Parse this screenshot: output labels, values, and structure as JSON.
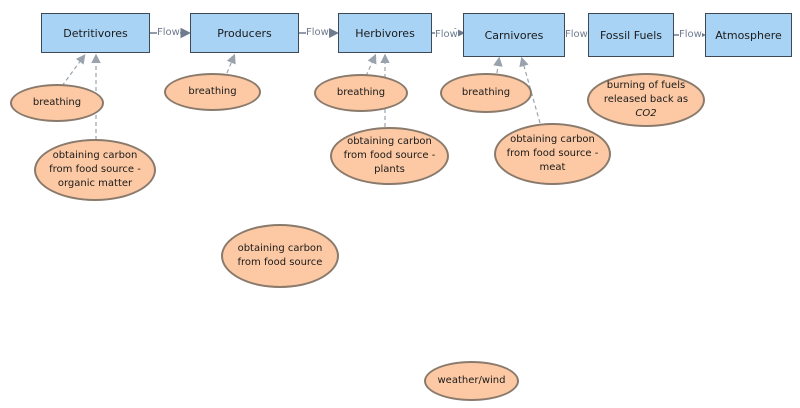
{
  "stocks": {
    "detritivores": "Detritivores",
    "producers": "Producers",
    "herbivores": "Herbivores",
    "carnivores": "Carnivores",
    "fossil_fuels": "Fossil Fuels",
    "atmosphere": "Atmosphere"
  },
  "flows": [
    "Flow",
    "Flow",
    "Flow",
    "Flow",
    "Flow"
  ],
  "variables": {
    "breathing_detritivores": "breathing",
    "breathing_producers": "breathing",
    "breathing_herbivores": "breathing",
    "breathing_carnivores": "breathing",
    "burning_fuels_prefix": "burning of fuels released back as ",
    "burning_fuels_co2": "CO2",
    "carbon_organic": "obtaining carbon from food source - organic matter",
    "carbon_plants": "obtaining carbon from food source - plants",
    "carbon_meat": "obtaining carbon from food source - meat",
    "carbon_general": "obtaining carbon from food source",
    "weather_wind": "weather/wind"
  },
  "colors": {
    "stock_fill": "#a9d3f5",
    "stock_border": "#3d4a55",
    "variable_fill": "#fcc9a4",
    "variable_border": "#8a7a6c",
    "connector": "#9aa3ad",
    "flow": "#6f7c8f"
  }
}
